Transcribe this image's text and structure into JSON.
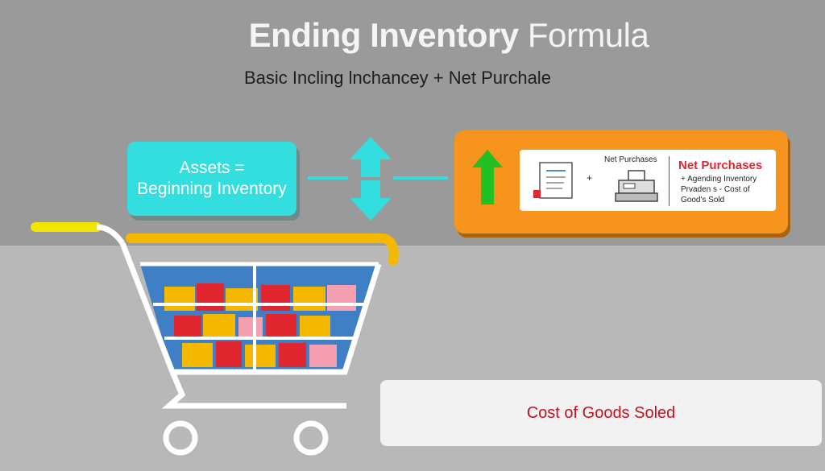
{
  "header": {
    "title_bold": "Ending Inventory",
    "title_light": "Formula",
    "subtitle": "Basic Incling lnchancey + Net Purchale"
  },
  "assets_box": {
    "line1": "Assets =",
    "line2": "Beginning Inventory",
    "color": "#33dede"
  },
  "purchases_box": {
    "small_label": "Net Purchases",
    "plus": "+",
    "title": "Net Purchases",
    "lines": [
      "+ Agending Inventory",
      "Prvaden s - Cost of",
      "Good's Sold"
    ],
    "color": "#f7941d"
  },
  "cogs_box": {
    "label": "Cost of Goods Soled"
  },
  "icons": [
    "double-arrow-icon",
    "up-arrow-icon",
    "document-icon",
    "cash-register-icon",
    "shopping-cart-icon"
  ]
}
